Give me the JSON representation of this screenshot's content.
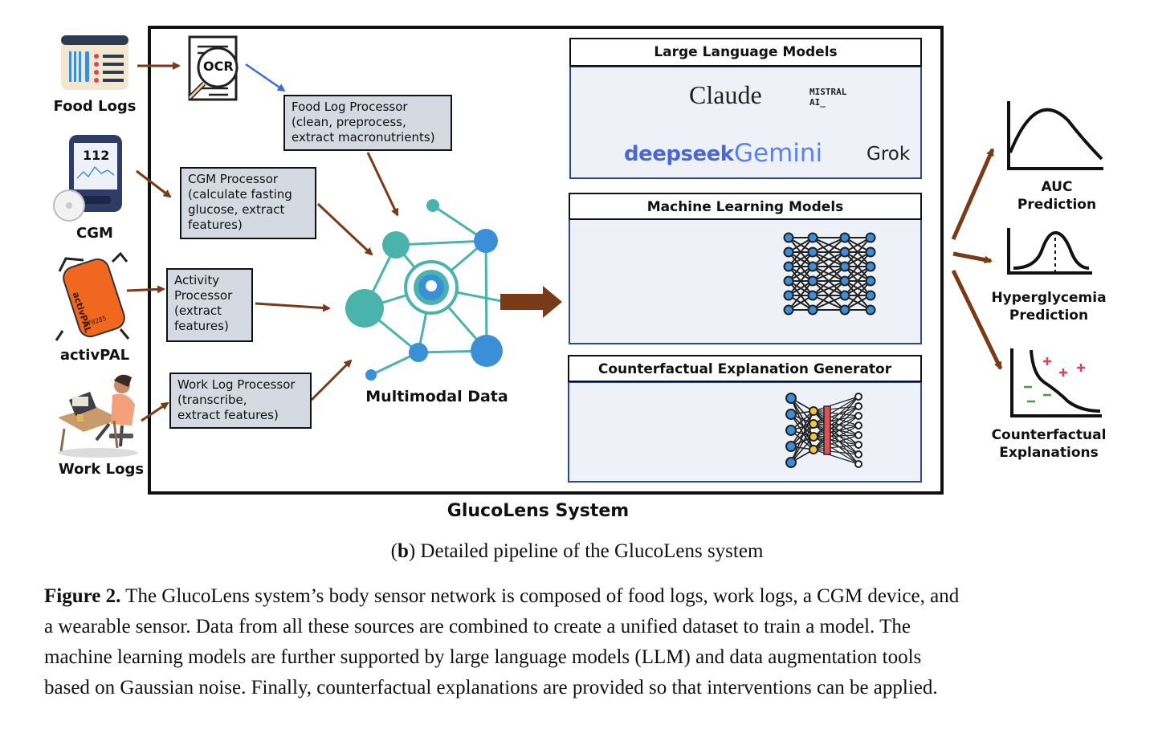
{
  "sources": [
    {
      "id": "food",
      "label": "Food Logs"
    },
    {
      "id": "cgm",
      "label": "CGM",
      "reading": "112"
    },
    {
      "id": "activpal",
      "label": "activPAL",
      "device_text": "activPAL",
      "serial": "670285"
    },
    {
      "id": "work",
      "label": "Work Logs"
    }
  ],
  "ocr_label": "OCR",
  "processors": [
    {
      "id": "food",
      "lines": [
        "Food Log Processor",
        "(clean, preprocess,",
        "extract macronutrients)"
      ]
    },
    {
      "id": "cgm",
      "lines": [
        "CGM Processor",
        "(calculate fasting",
        "glucose, extract",
        "features)"
      ]
    },
    {
      "id": "activity",
      "lines": [
        "Activity",
        "Processor",
        "(extract",
        "features)"
      ]
    },
    {
      "id": "work",
      "lines": [
        "Work Log Processor",
        "(transcribe,",
        "extract features)"
      ]
    }
  ],
  "multimodal_label": "Multimodal Data",
  "system_label": "GlucoLens System",
  "sections": {
    "llm": {
      "title": "Large Language Models",
      "logos": {
        "claude": "Claude",
        "mistral_1": "MISTRAL",
        "mistral_2": "AI_",
        "deepseek": "deepseek",
        "gemini": "Gemini",
        "grok": "Grok"
      }
    },
    "ml": {
      "title": "Machine Learning Models"
    },
    "cf": {
      "title": "Counterfactual Explanation Generator"
    }
  },
  "outputs": [
    {
      "id": "auc",
      "lines": [
        "AUC",
        "Prediction"
      ]
    },
    {
      "id": "hyper",
      "lines": [
        "Hyperglycemia",
        "Prediction"
      ]
    },
    {
      "id": "cf",
      "lines": [
        "Counterfactual",
        "Explanations"
      ]
    }
  ],
  "subcaption": {
    "open": "(",
    "letter": "b",
    "rest": ") Detailed pipeline of the GlucoLens system"
  },
  "caption": {
    "label": "Figure 2.",
    "lines": [
      " The GlucoLens system’s body sensor network is composed of food logs, work logs, a CGM device, and",
      "a wearable sensor.  Data from all these sources are combined to create a unified dataset to train a model.  The",
      "machine learning models are further supported by large language models (LLM) and data augmentation tools",
      "based on Gaussian noise.  Finally, counterfactual explanations are provided so that interventions can be applied."
    ]
  },
  "colors": {
    "arrow": "#7a3a17",
    "ocr_arrow": "#3a6fd0",
    "node_teal": "#49b3ac",
    "node_blue": "#3b8fd8",
    "panel_border": "#2b4a8a",
    "panel_fill": "#eef1f8",
    "proc_fill": "#d4d9e2",
    "openai_teal": "#3aa88f"
  }
}
